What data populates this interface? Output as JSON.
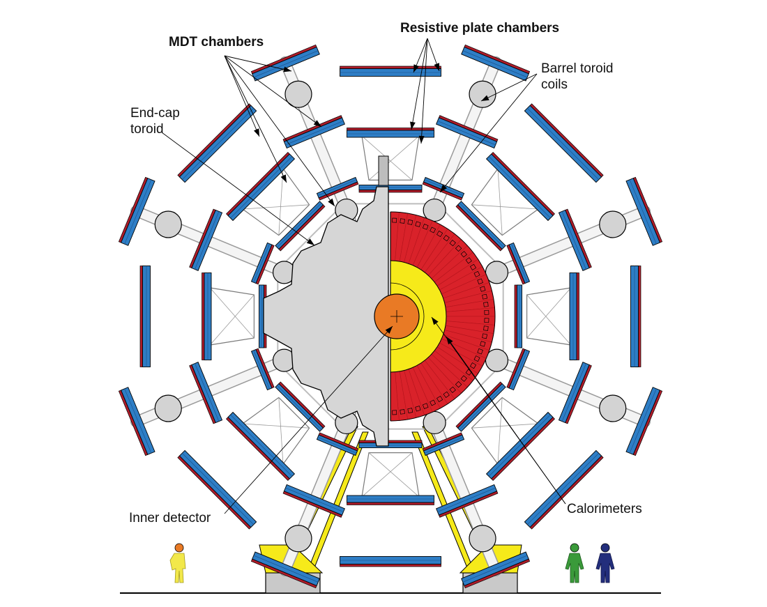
{
  "labels": {
    "mdt_chambers": "MDT chambers",
    "resistive_plate_chambers": "Resistive plate chambers",
    "barrel_toroid_1": "Barrel toroid",
    "barrel_toroid_2": "coils",
    "endcap_toroid_1": "End-cap",
    "endcap_toroid_2": "toroid",
    "inner_detector": "Inner detector",
    "calorimeters": "Calorimeters"
  },
  "colors": {
    "mdt_blue": "#2e7ec6",
    "rpc_red": "#b01c2a",
    "calorimeter_red": "#d9222a",
    "calorimeter_yellow": "#f6ea1a",
    "inner_orange": "#e97a25",
    "endcap_grey": "#d6d6d6",
    "coil_grey": "#d3d3d3",
    "support_yellow": "#f6ea1a",
    "person_yellow": "#f2e84a",
    "person_green": "#3a9a3a",
    "person_navy": "#232e7c"
  },
  "icons": [
    "person-icon-yellow",
    "person-icon-green",
    "person-icon-navy"
  ]
}
